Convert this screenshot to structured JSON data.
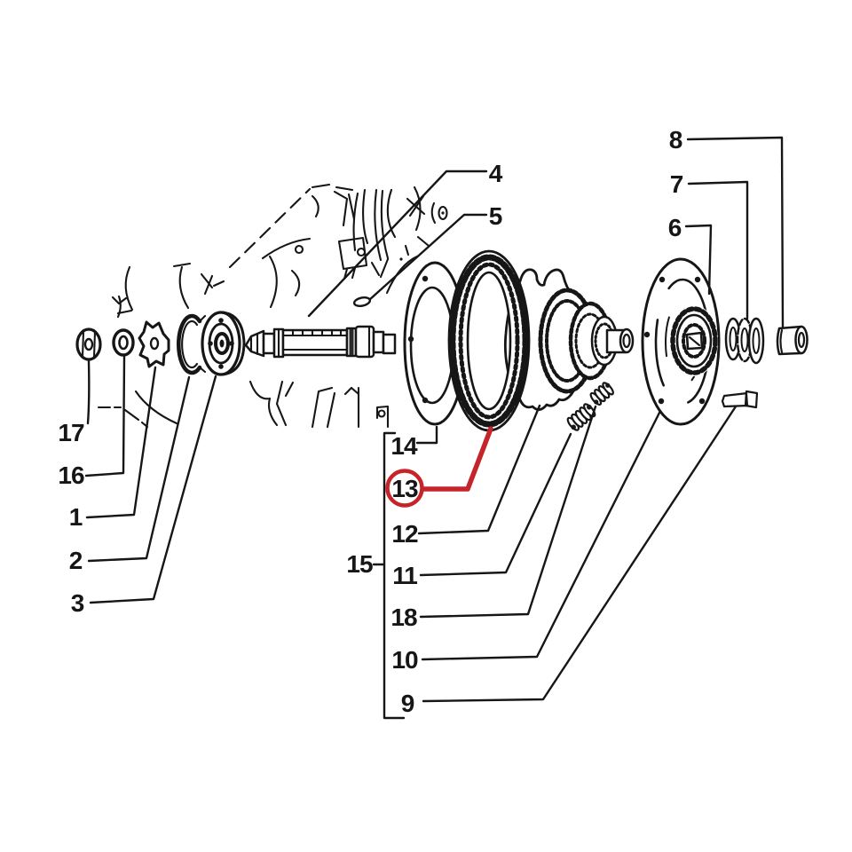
{
  "diagram": {
    "kind": "exploded-parts-diagram",
    "background_color": "#ffffff",
    "line_color": "#161616",
    "highlight_color": "#c5242a",
    "highlighted_callout": "13",
    "callouts": [
      {
        "label": "4",
        "highlighted": false
      },
      {
        "label": "5",
        "highlighted": false
      },
      {
        "label": "8",
        "highlighted": false
      },
      {
        "label": "7",
        "highlighted": false
      },
      {
        "label": "6",
        "highlighted": false
      },
      {
        "label": "17",
        "highlighted": false
      },
      {
        "label": "16",
        "highlighted": false
      },
      {
        "label": "1",
        "highlighted": false
      },
      {
        "label": "2",
        "highlighted": false
      },
      {
        "label": "3",
        "highlighted": false
      },
      {
        "label": "14",
        "highlighted": false
      },
      {
        "label": "13",
        "highlighted": true
      },
      {
        "label": "12",
        "highlighted": false
      },
      {
        "label": "11",
        "highlighted": false
      },
      {
        "label": "18",
        "highlighted": false
      },
      {
        "label": "10",
        "highlighted": false
      },
      {
        "label": "9",
        "highlighted": false
      },
      {
        "label": "15",
        "highlighted": false
      }
    ]
  }
}
